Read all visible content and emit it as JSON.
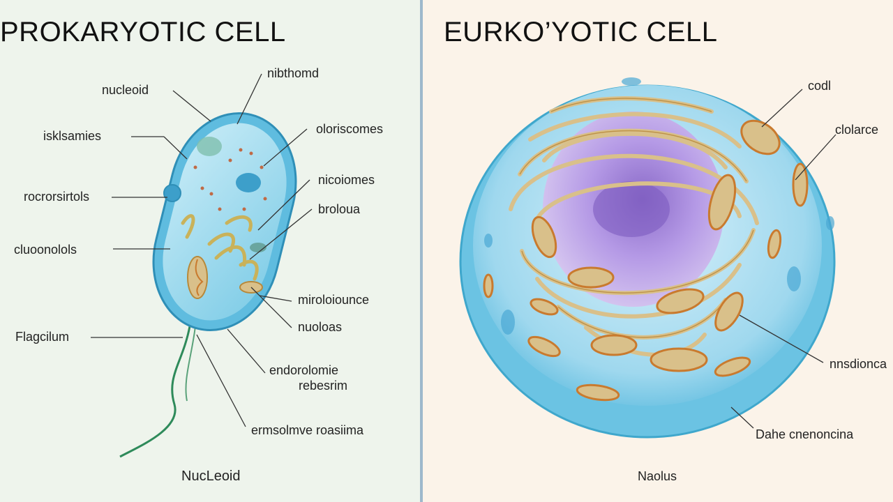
{
  "prokaryote": {
    "title": "PROKARYOTIC CELL",
    "labels": {
      "nucleoid_top": "nucleoid",
      "nibthomd": "nibthomd",
      "iskisamies": "isklsamies",
      "olorisomes": "oloriscomes",
      "rocrorsirtols": "rocrorsirtols",
      "nicoiomes": "nicoiomes",
      "broloua": "broloua",
      "ellunoonolols": "cluoonolols",
      "micolociunce": "miroloiounce",
      "nucloas": "nuoloas",
      "flagellum": "Flagcilum",
      "endo_line1": "endorolomie",
      "endo_line2": "rebesrim",
      "ermsolmue": "ermsolmve roasiima"
    },
    "caption": "NucLeoid"
  },
  "eukaryote": {
    "title": "EURKO’YOTIC CELL",
    "labels": {
      "codl": "codl",
      "clolarce": "clolarce",
      "nnsdionca": "nnsdionca",
      "dahe": "Dahe cnenoncina"
    },
    "caption": "Naolus"
  },
  "colors": {
    "left_bg": "#eef4ec",
    "right_bg": "#fbf3e9",
    "divider": "#9db8cc",
    "cell_fill": "#aee0f1",
    "cell_wall": "#3fa7cc",
    "nucleus": "#b79be0",
    "mitochondria": "#c97a2e",
    "er": "#d9c08a",
    "flagellum": "#2e8a5a"
  }
}
